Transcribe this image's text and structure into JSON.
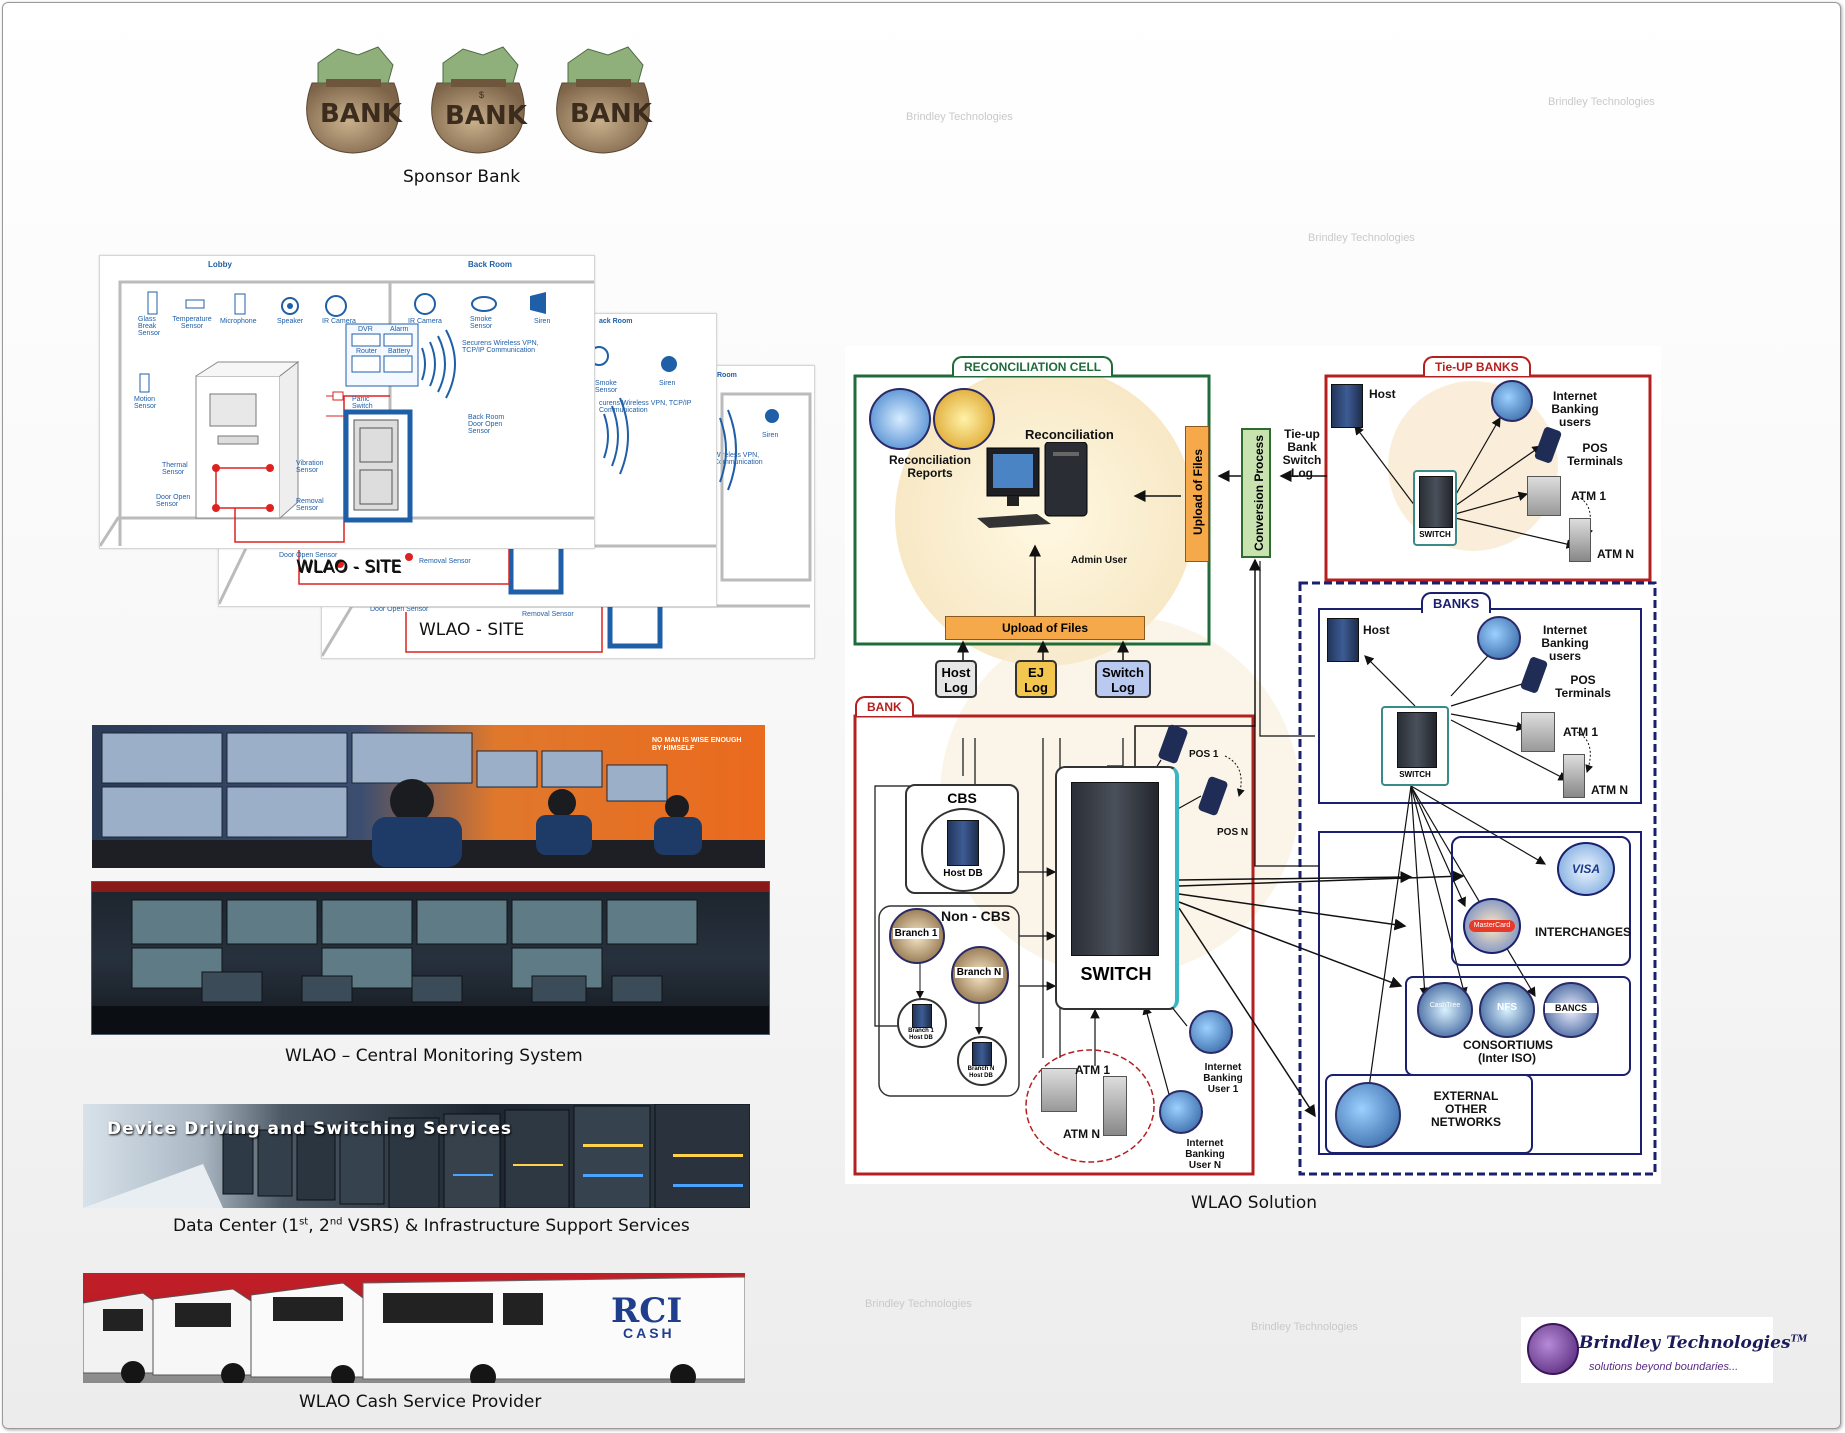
{
  "sponsor_bank": {
    "caption": "Sponsor Bank",
    "bag_labels": [
      "BANK",
      "BANK",
      "BANK"
    ],
    "bag_mark": "$"
  },
  "watermark": "Brindley Technologies",
  "site": {
    "captions": [
      "WLAO - SITE",
      "WLAO - SITE",
      "WLAO - SITE"
    ],
    "lobby": "Lobby",
    "back_room": "Back Room",
    "back_room_partial": "ack Room",
    "room_partial": "Room",
    "sensors_top": [
      "Glass Break Sensor",
      "Temperature Sensor",
      "Microphone",
      "Speaker",
      "IR Camera"
    ],
    "sensors_back": [
      "IR Camera",
      "Smoke Sensor",
      "Siren"
    ],
    "siren": "Siren",
    "smoke": "Smoke Sensor",
    "motion": "Motion Sensor",
    "thermal": "Thermal Sensor",
    "door_open": "Door Open Sensor",
    "vibration": "Vibration Sensor",
    "removal": "Removal Sensor",
    "dvr": "DVR",
    "alarm": "Alarm",
    "router": "Router",
    "battery": "Battery",
    "wireless": "Securens Wireless VPN, TCP/IP Communication",
    "wireless_partial": "curens Wireless VPN, TCP/IP Communication",
    "wireless_partial2": "Wireless VPN, Communication",
    "panic": "Panic Switch",
    "back_door": "Back Room Door Open Sensor"
  },
  "cms": {
    "caption": "WLAO – Central Monitoring System",
    "banner_text": "NO MAN IS WISE ENOUGH BY HIMSELF"
  },
  "datacenter": {
    "banner": "Device Driving and Switching Services",
    "caption_pre": "Data Center (1",
    "sup1": "st",
    "mid": ", 2",
    "sup2": "nd",
    "caption_post": " VSRS) & Infrastructure Support Services"
  },
  "cash": {
    "caption": "WLAO Cash Service Provider",
    "van_text": "RCI",
    "van_sub": "CASH"
  },
  "solution": {
    "caption": "WLAO Solution",
    "recon_cell": "RECONCILIATION CELL",
    "reconciliation": "Reconciliation",
    "recon_reports": "Reconciliation Reports",
    "admin_user": "Admin User",
    "upload_files_v": "Upload of Files",
    "upload_files_h": "Upload of Files",
    "conversion": "Conversion Process",
    "tieup_log": "Tie-up Bank Switch Log",
    "tieup_banks": "Tie-UP BANKS",
    "banks": "BANKS",
    "host": "Host",
    "internet_banking_users": "Internet Banking users",
    "pos_terminals": "POS Terminals",
    "atm1": "ATM 1",
    "atmn": "ATM N",
    "switch_small": "SWITCH",
    "host_log": "Host Log",
    "ej_log": "EJ Log",
    "switch_log": "Switch Log",
    "bank": "BANK",
    "cbs": "CBS",
    "host_db": "Host DB",
    "non_cbs": "Non - CBS",
    "branch1": "Branch 1",
    "branchn": "Branch N",
    "branch1_db": "Branch 1 Host DB",
    "branchn_db": "Branch N Host DB",
    "switch": "SWITCH",
    "pos1": "POS 1",
    "posn": "POS N",
    "ib_user1": "Internet Banking User 1",
    "ib_usern": "Internet Banking User N",
    "visa": "VISA",
    "mastercard": "MasterCard",
    "interchanges": "INTERCHANGES",
    "nfs": "NFS",
    "bancs": "BANCS",
    "cashtree": "CashTree",
    "consortiums": "CONSORTIUMS",
    "inter_iso": "(Inter ISO)",
    "external": "EXTERNAL OTHER NETWORKS"
  },
  "logo": {
    "name": "Brindley Technologies",
    "tm": "TM",
    "tagline": "solutions beyond boundaries..."
  },
  "colors": {
    "recon_green": "#1f6b3a",
    "bank_red": "#b3201f",
    "banks_navy": "#1a1f6e",
    "upload_orange": "#f5a94a",
    "ej_yellow": "#f3c64f",
    "switch_log_blue": "#b9c9ef"
  }
}
